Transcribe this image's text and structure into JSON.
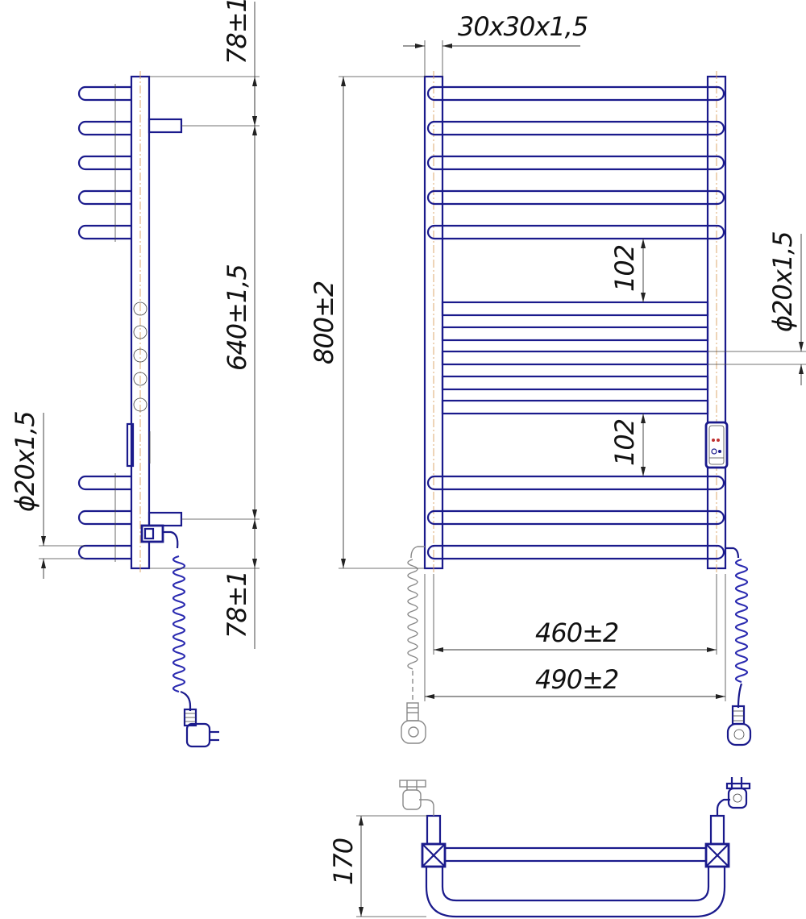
{
  "dimensions": {
    "profile": "30x30x1,5",
    "top_offset": "78±1",
    "middle_span": "640±1,5",
    "bottom_offset": "78±1",
    "pipe_left": "ϕ20x1,5",
    "pipe_right": "ϕ20x1,5",
    "height": "800±2",
    "gap_upper": "102",
    "gap_lower": "102",
    "inner_width": "460±2",
    "outer_width": "490±2",
    "depth": "170"
  },
  "colors": {
    "outline": "#1a1a8c",
    "axis": "#d9a060",
    "dimension": "#333333"
  }
}
